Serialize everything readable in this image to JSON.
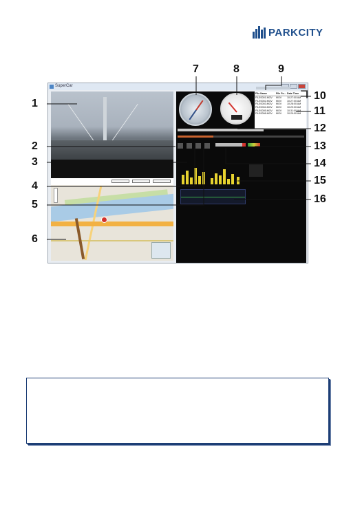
{
  "brand": {
    "name": "PARKCITY",
    "color": "#1f4f8c"
  },
  "app": {
    "title": "SuperCar",
    "file_list": {
      "headers": [
        "File Name",
        "File Fo...",
        "Date Time"
      ],
      "rows": [
        [
          "FILE0001.MOV",
          "MOV",
          "10:27:00 AM"
        ],
        [
          "FILE0002.MOV",
          "MOV",
          "10:27:00 AM"
        ],
        [
          "FILE0003.MOV",
          "MOV",
          "10:28:00 AM"
        ],
        [
          "FILE0004.MOV",
          "MOV",
          "10:29:00 AM"
        ],
        [
          "FILE0005.MOV",
          "MOV",
          "10:31:00 AM"
        ],
        [
          "FILE0006.MOV",
          "MOV",
          "10:29:00 AM"
        ]
      ]
    }
  },
  "callouts": [
    "1",
    "2",
    "3",
    "4",
    "5",
    "6",
    "7",
    "8",
    "9",
    "10",
    "11",
    "12",
    "13",
    "14",
    "15",
    "16"
  ],
  "colors": {
    "accent": "#c9632f",
    "needle": "#d3322c",
    "gsensor_bars": "#e7d22f",
    "panel": "#0a0a0a"
  }
}
